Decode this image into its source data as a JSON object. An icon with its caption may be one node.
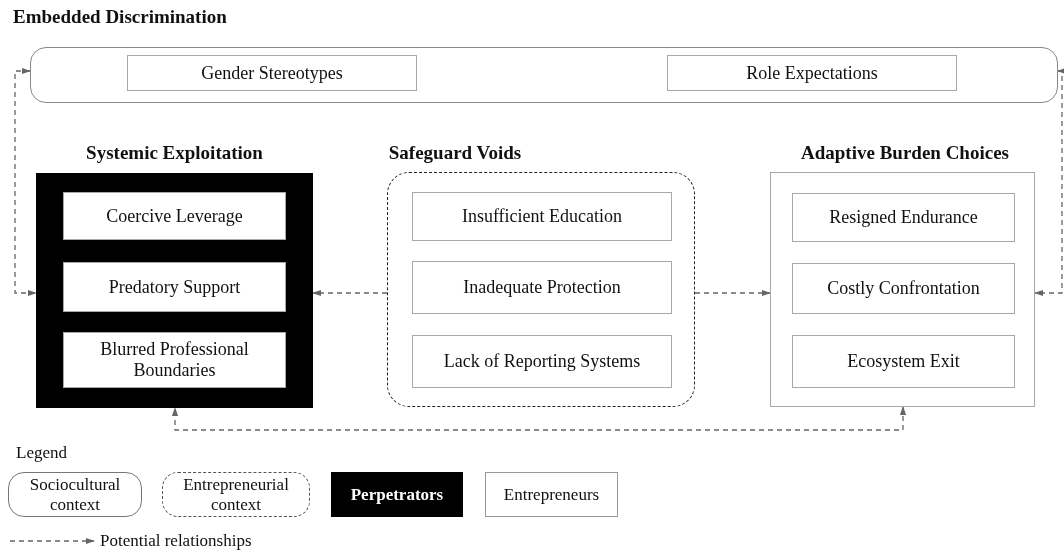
{
  "diagram": {
    "nodes": [
      {
        "text": [
          "Embedded Discrimination"
        ]
      },
      {
        "text": [
          "Gender Stereotypes"
        ],
        "in": 0
      },
      {
        "text": [
          "Role Expectations"
        ],
        "in": 0
      },
      {
        "text": [
          "Systemic Exploitation"
        ]
      },
      {
        "text": [
          "Coercive Leverage"
        ],
        "in": 3
      },
      {
        "text": [
          "Predatory Support"
        ],
        "in": 3
      },
      {
        "text": [
          "Blurred Professional Boundaries"
        ],
        "in": 3
      },
      {
        "text": [
          "Safeguard Voids"
        ]
      },
      {
        "text": [
          "Insufficient Education"
        ],
        "in": 7
      },
      {
        "text": [
          "Inadequate Protection"
        ],
        "in": 7
      },
      {
        "text": [
          "Lack of Reporting Systems"
        ],
        "in": 7
      },
      {
        "text": [
          "Adaptive Burden Choices"
        ]
      },
      {
        "text": [
          "Resigned Endurance"
        ],
        "in": 11
      },
      {
        "text": [
          "Costly Confrontation"
        ],
        "in": 11
      },
      {
        "text": [
          "Ecosystem Exit"
        ],
        "in": 11
      }
    ],
    "edges": [
      {
        "from": 0,
        "to": 3,
        "arrow": "both",
        "style": "dashed"
      },
      {
        "from": 0,
        "to": 11,
        "arrow": "both",
        "style": "dashed"
      },
      {
        "from": 7,
        "to": 3,
        "arrow": "to",
        "style": "dashed"
      },
      {
        "from": 7,
        "to": 11,
        "arrow": "to",
        "style": "dashed"
      },
      {
        "from": 11,
        "to": 3,
        "arrow": "both",
        "style": "dashed"
      }
    ],
    "labels": [
      "Legend"
    ],
    "legend": [
      {
        "text": "Sociocultural context"
      },
      {
        "text": "Entrepreneurial context"
      },
      {
        "text": "Perpetrators",
        "color": "#000000"
      },
      {
        "text": "Entrepreneurs"
      },
      {
        "text": "Potential relationships"
      }
    ]
  }
}
